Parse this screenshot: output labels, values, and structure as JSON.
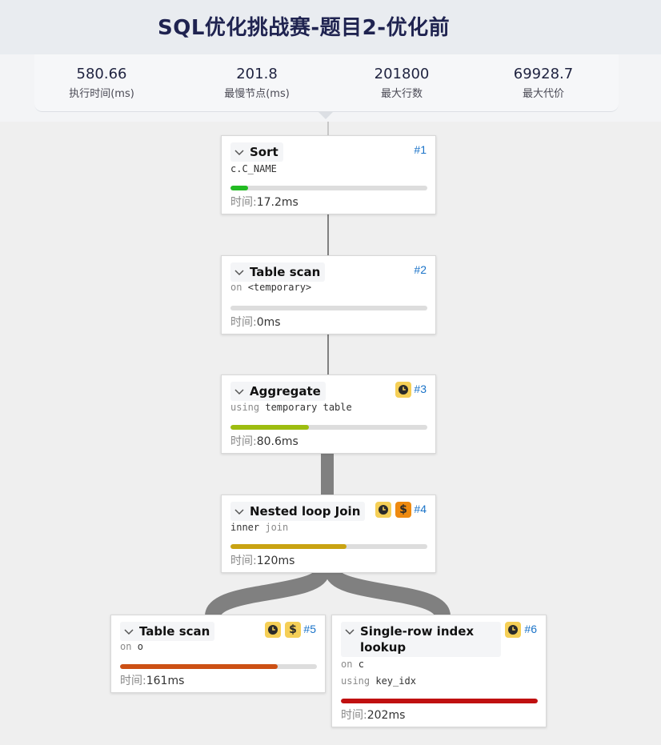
{
  "header": {
    "title": "SQL优化挑战赛-题目2-优化前"
  },
  "stats": [
    {
      "value": "580.66",
      "label": "执行时间(ms)"
    },
    {
      "value": "201.8",
      "label": "最慢节点(ms)"
    },
    {
      "value": "201800",
      "label": "最大行数"
    },
    {
      "value": "69928.7",
      "label": "最大代价"
    }
  ],
  "time_label": "时间:",
  "nodes": [
    {
      "id": "#1",
      "title": "Sort",
      "detail": "c.C_NAME",
      "time": "17.2ms",
      "progress": 0.09,
      "color": "#22bb22"
    },
    {
      "id": "#2",
      "title": "Table scan",
      "detail_kw": "on",
      "detail_val": "<temporary>",
      "time": "0ms",
      "progress": 0,
      "color": "#22bb22"
    },
    {
      "id": "#3",
      "title": "Aggregate",
      "detail_kw": "using",
      "detail_val": "temporary table",
      "time": "80.6ms",
      "progress": 0.4,
      "color": "#9dbd10",
      "badges": [
        "clock-icon"
      ]
    },
    {
      "id": "#4",
      "title": "Nested loop Join",
      "detail_val": "inner",
      "detail_kw": "join",
      "time": "120ms",
      "progress": 0.59,
      "color": "#c9a312",
      "badges": [
        "clock-icon",
        "cost-icon"
      ]
    },
    {
      "id": "#5",
      "title": "Table scan",
      "detail_kw": "on",
      "detail_val": "o",
      "time": "161ms",
      "progress": 0.8,
      "color": "#cc5014",
      "badges": [
        "clock-icon",
        "cost-icon"
      ]
    },
    {
      "id": "#6",
      "title": "Single-row index lookup",
      "detail_kw": "on",
      "detail_val": "c",
      "detail2_kw": "using",
      "detail2_val": "key_idx",
      "time": "202ms",
      "progress": 1.0,
      "color": "#c01010",
      "badges": [
        "clock-icon"
      ]
    }
  ],
  "colors": {
    "link": "#808080",
    "id_link": "#1a73c8"
  }
}
